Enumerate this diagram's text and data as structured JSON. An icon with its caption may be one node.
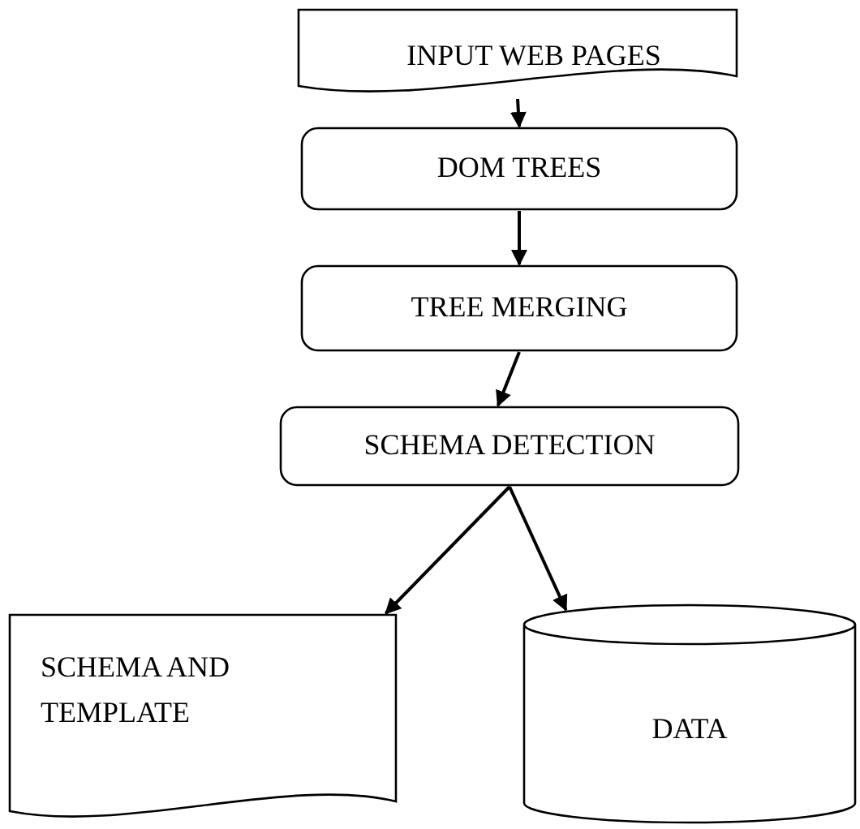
{
  "diagram": {
    "nodes": [
      {
        "text": [
          "INPUT WEB PAGES"
        ]
      },
      {
        "text": [
          "DOM TREES"
        ]
      },
      {
        "text": [
          "TREE MERGING"
        ]
      },
      {
        "text": [
          "SCHEMA DETECTION"
        ]
      },
      {
        "text": [
          "SCHEMA AND TEMPLATE"
        ]
      },
      {
        "text": [
          "DATA"
        ]
      }
    ],
    "edges": [
      {
        "from": 0,
        "to": 1,
        "arrow": "to"
      },
      {
        "from": 1,
        "to": 2,
        "arrow": "to"
      },
      {
        "from": 2,
        "to": 3,
        "arrow": "to"
      },
      {
        "from": 3,
        "to": 4,
        "arrow": "to"
      },
      {
        "from": 3,
        "to": 5,
        "arrow": "to"
      }
    ]
  }
}
